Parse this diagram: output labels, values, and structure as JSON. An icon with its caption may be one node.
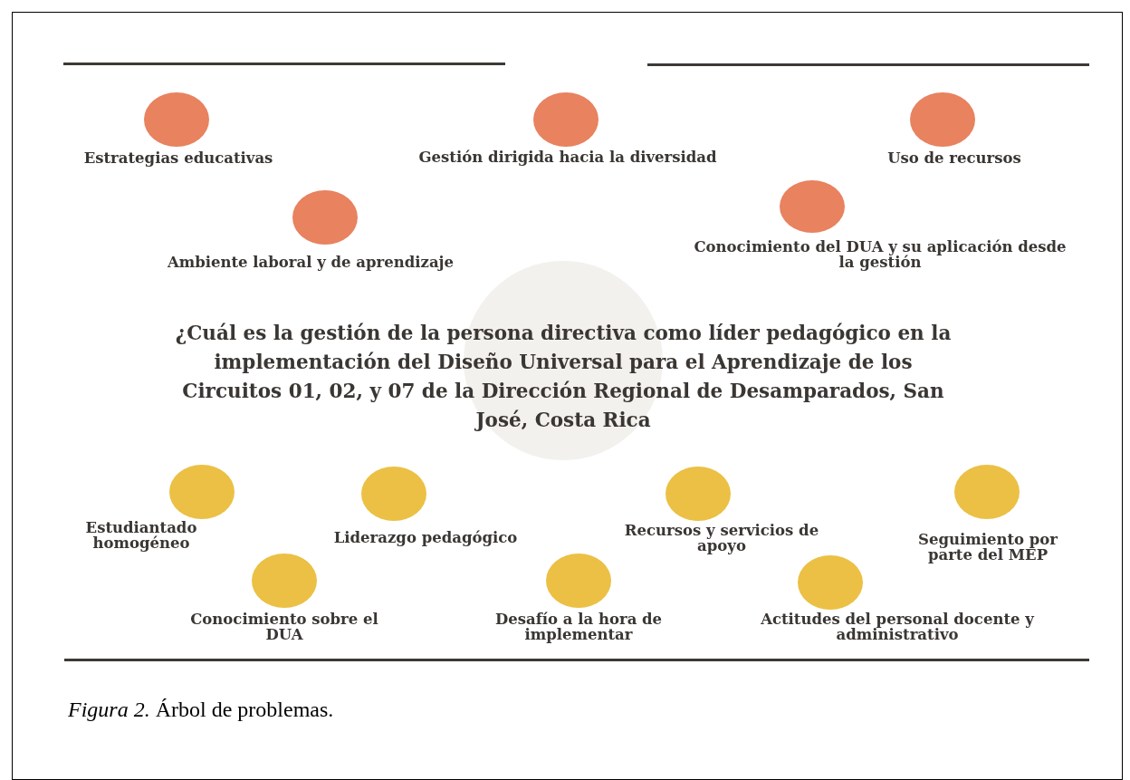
{
  "diagram": {
    "caption": "*Figura 2.* Árbol de problemas.",
    "nodes": [
      {
        "text": [],
        "shape": "circle",
        "beside": [
          "Estrategias educativas"
        ]
      },
      {
        "text": [],
        "shape": "circle",
        "beside": [
          "Gestión dirigida hacia la diversidad"
        ]
      },
      {
        "text": [],
        "shape": "circle",
        "beside": [
          "Uso de recursos"
        ]
      },
      {
        "text": [],
        "shape": "circle",
        "beside": [
          "Ambiente laboral y de aprendizaje"
        ]
      },
      {
        "text": [],
        "shape": "circle",
        "beside": [
          "Conocimiento del DUA y su aplicación desde la gestión"
        ]
      },
      {
        "text": [],
        "shape": "circle"
      },
      {
        "text": [],
        "shape": "circle",
        "beside": [
          "Estudiantado homogéneo"
        ]
      },
      {
        "text": [],
        "shape": "circle",
        "beside": [
          "Liderazgo pedagógico"
        ]
      },
      {
        "text": [],
        "shape": "circle",
        "beside": [
          "Recursos y servicios de apoyo"
        ]
      },
      {
        "text": [],
        "shape": "circle",
        "beside": [
          "Seguimiento por parte del MEP"
        ]
      },
      {
        "text": [],
        "shape": "circle",
        "beside": [
          "Conocimiento sobre el DUA"
        ]
      },
      {
        "text": [],
        "shape": "circle",
        "beside": [
          "Desafío a la hora de implementar"
        ]
      },
      {
        "text": [],
        "shape": "circle",
        "beside": [
          "Actitudes del personal docente y administrativo"
        ]
      }
    ],
    "labels": [
      "¿Cuál es la gestión de la persona directiva como líder pedagógico en la implementación del Diseño Universal para el Aprendizaje de los Circuitos 01, 02, y 07 de la Dirección Regional de Desamparados, San José, Costa Rica"
    ]
  }
}
